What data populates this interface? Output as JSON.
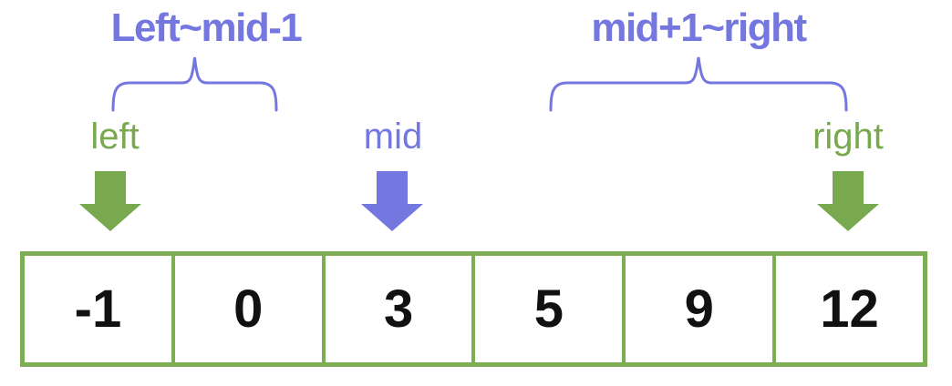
{
  "labels": {
    "left_range": "Left~mid-1",
    "right_range": "mid+1~right",
    "left_pointer": "left",
    "mid_pointer": "mid",
    "right_pointer": "right"
  },
  "array": {
    "values": [
      "-1",
      "0",
      "3",
      "5",
      "9",
      "12"
    ]
  },
  "colors": {
    "purple": "#7477DF",
    "green": "#79A94F",
    "cell_border_green": "#7DAE56",
    "value_text": "#111111",
    "background": "#FFFFFF"
  }
}
